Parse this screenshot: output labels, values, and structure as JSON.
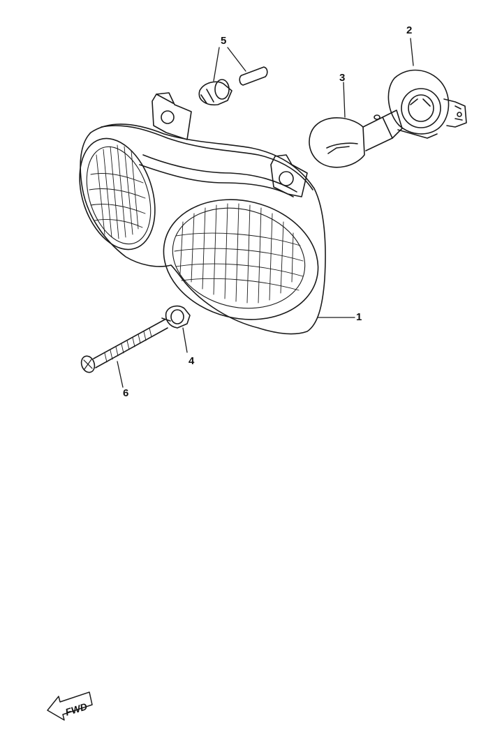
{
  "parts": [
    {
      "number": "1",
      "name": "headlight-assembly"
    },
    {
      "number": "2",
      "name": "bulb-socket-cover"
    },
    {
      "number": "3",
      "name": "headlight-bulb"
    },
    {
      "number": "4",
      "name": "adjuster-nut"
    },
    {
      "number": "5",
      "name": "position-bulb-and-socket"
    },
    {
      "number": "6",
      "name": "adjusting-screw"
    }
  ],
  "direction_marker": "FWD",
  "colors": {
    "ink": "#111111",
    "paper": "#ffffff"
  }
}
